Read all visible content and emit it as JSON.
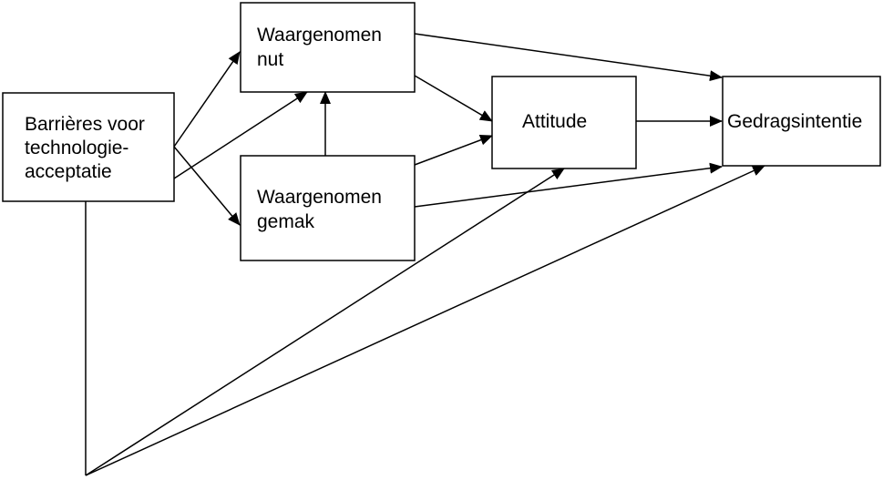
{
  "nodes": {
    "barrieres": {
      "lines": [
        "Barrières voor",
        "technologie-",
        "acceptatie"
      ]
    },
    "nut": {
      "lines": [
        "Waargenomen",
        "nut"
      ]
    },
    "gemak": {
      "lines": [
        "Waargenomen",
        "gemak"
      ]
    },
    "attitude": {
      "lines": [
        "Attitude"
      ]
    },
    "gedragsintentie": {
      "lines": [
        "Gedragsintentie"
      ]
    }
  },
  "edges": [
    {
      "from": "barrieres",
      "to": "nut"
    },
    {
      "from": "barrieres",
      "to": "gemak"
    },
    {
      "from": "barrieres",
      "to": "nut"
    },
    {
      "from": "gemak",
      "to": "nut"
    },
    {
      "from": "nut",
      "to": "attitude"
    },
    {
      "from": "nut",
      "to": "gedragsintentie"
    },
    {
      "from": "gemak",
      "to": "attitude"
    },
    {
      "from": "gemak",
      "to": "gedragsintentie"
    },
    {
      "from": "attitude",
      "to": "gedragsintentie"
    },
    {
      "from": "barrieres",
      "to": "attitude"
    },
    {
      "from": "barrieres",
      "to": "gedragsintentie"
    }
  ]
}
